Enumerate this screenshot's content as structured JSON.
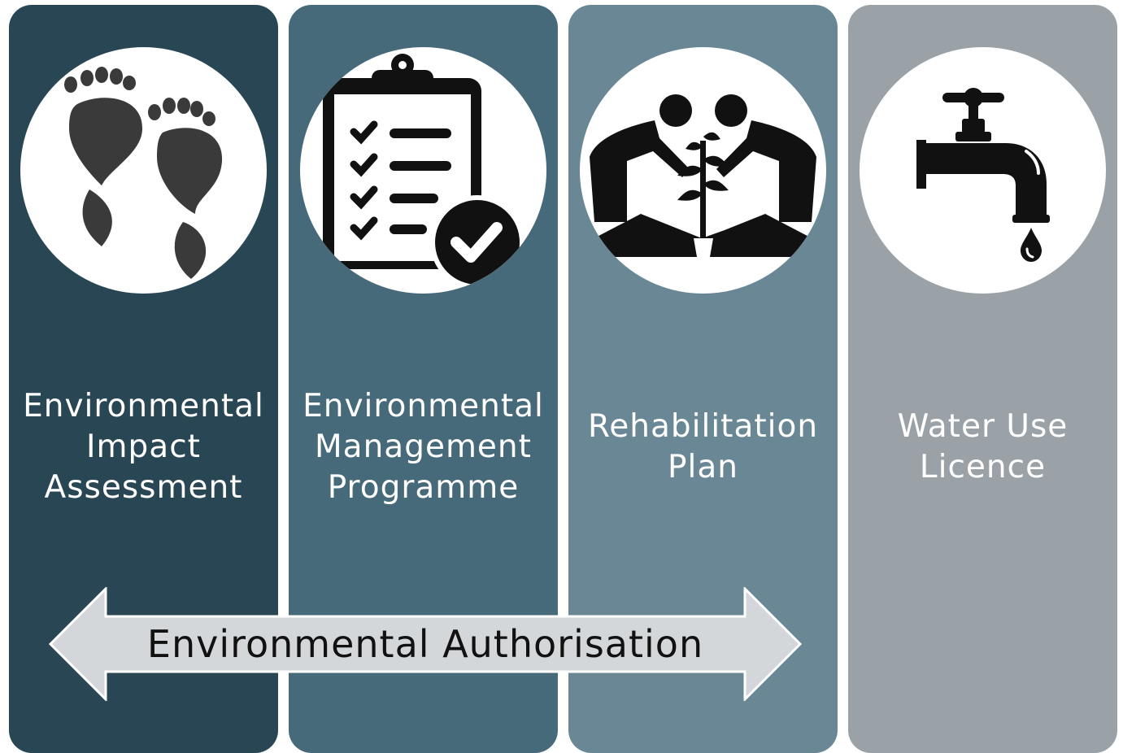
{
  "colors": {
    "column_1": "#284654",
    "column_2": "#466a7a",
    "column_3": "#6a8795",
    "column_4": "#9aa2a7",
    "arrow_fill": "#d3d7da",
    "icon": "#111111"
  },
  "columns": [
    {
      "icon": "footprints-icon",
      "label": "Environmental\nImpact\nAssessment"
    },
    {
      "icon": "clipboard-checklist-icon",
      "label": "Environmental\nManagement\nProgramme"
    },
    {
      "icon": "people-planting-icon",
      "label": "Rehabilitation\nPlan"
    },
    {
      "icon": "water-tap-icon",
      "label": "Water Use\nLicence"
    }
  ],
  "arrow": {
    "label": "Environmental Authorisation",
    "direction": "double-headed"
  }
}
